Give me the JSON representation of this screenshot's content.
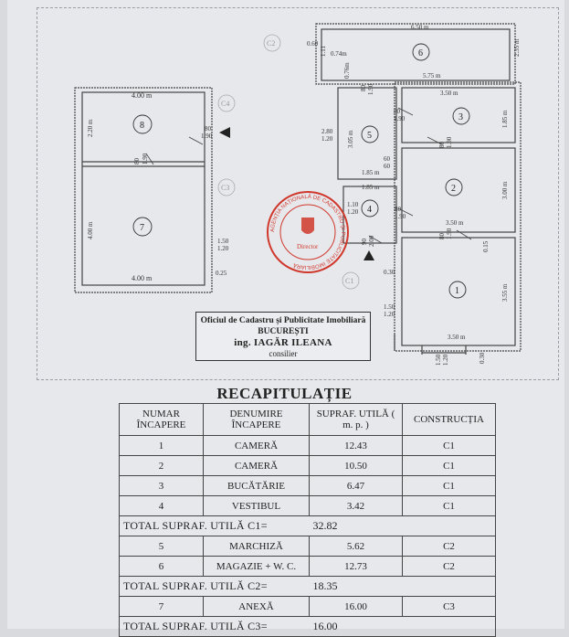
{
  "plan": {
    "building_refs": [
      "C2",
      "C4",
      "C3",
      "C1"
    ],
    "rooms": [
      "1",
      "2",
      "3",
      "4",
      "5",
      "6",
      "7",
      "8"
    ],
    "dims": {
      "d650": "6.50 m",
      "d575": "5.75 m",
      "d074": "0.74m",
      "d076": "0.76m",
      "d350a": "3.50 m",
      "d305": "3.05 m",
      "d280": "2.80",
      "d120a": "1.20",
      "d185a": "1.85 m",
      "d185b": "1.85 m",
      "d185c": "1.85 m",
      "d300": "3.00 m",
      "d350b": "3.50 m",
      "d355": "3.55 m",
      "d350c": "3.50 m",
      "d235": "2.35 m",
      "d400a": "4.00 m",
      "d220": "2.20 m",
      "d400b": "4.00 m",
      "d400c": "4.00 m",
      "d150a": "1.50",
      "d120b": "1.20",
      "d025": "0.25",
      "d030a": "0.30",
      "d150b": "1.50",
      "d120c": "1.20",
      "d030b": "0.30",
      "d015": "0.15",
      "d110": "1.10",
      "d120d": "1.20",
      "d111": "1.11",
      "d060": "0.60",
      "door80a": "80",
      "door190a": "1.90",
      "door80b": "80",
      "door190b": "1.90",
      "door60a": "60",
      "door60b": "60",
      "door80c": "80",
      "door190c": "1.90",
      "door80d": "80",
      "door190d": "1.90",
      "door90": "90",
      "door200": "2.00",
      "door80e": "80",
      "door190e": "1.90",
      "door80f": "80",
      "door190f": "1.90",
      "door80g": "80",
      "door190g": "1.90",
      "d150c": "1.50",
      "d120e": "1.20"
    },
    "stamp": {
      "line1": "Oficiul de Cadastru și Publicitate Imobiliară",
      "line2": "BUCUREȘTI",
      "line3": "ing. IAGĂR ILEANA",
      "line4": "consilier"
    },
    "seal": {
      "text": "AGENȚIA NAȚIONALĂ DE CADASTRU ȘI PUBLICITATE IMOBILIARĂ",
      "center": "Director"
    }
  },
  "recap": {
    "title": "RECAPITULAȚIE",
    "headers": {
      "num": "NUMAR ÎNCAPERE",
      "name": "DENUMIRE ÎNCAPERE",
      "area": "SUPRAF. UTILĂ ( m. p. )",
      "constr": "CONSTRUCȚIA"
    },
    "rows": [
      {
        "num": "1",
        "name": "CAMERĂ",
        "area": "12.43",
        "constr": "C1"
      },
      {
        "num": "2",
        "name": "CAMERĂ",
        "area": "10.50",
        "constr": "C1"
      },
      {
        "num": "3",
        "name": "BUCĂTĂRIE",
        "area": "6.47",
        "constr": "C1"
      },
      {
        "num": "4",
        "name": "VESTIBUL",
        "area": "3.42",
        "constr": "C1"
      }
    ],
    "total_c1": {
      "label": "TOTAL SUPRAF. UTILĂ C1=",
      "value": "32.82"
    },
    "rows_c2": [
      {
        "num": "5",
        "name": "MARCHIZĂ",
        "area": "5.62",
        "constr": "C2"
      },
      {
        "num": "6",
        "name": "MAGAZIE + W. C.",
        "area": "12.73",
        "constr": "C2"
      }
    ],
    "total_c2": {
      "label": "TOTAL SUPRAF. UTILĂ C2=",
      "value": "18.35"
    },
    "rows_c3": [
      {
        "num": "7",
        "name": "ANEXĂ",
        "area": "16.00",
        "constr": "C3"
      }
    ],
    "total_c3": {
      "label": "TOTAL SUPRAF. UTILĂ C3=",
      "value": "16.00"
    }
  }
}
